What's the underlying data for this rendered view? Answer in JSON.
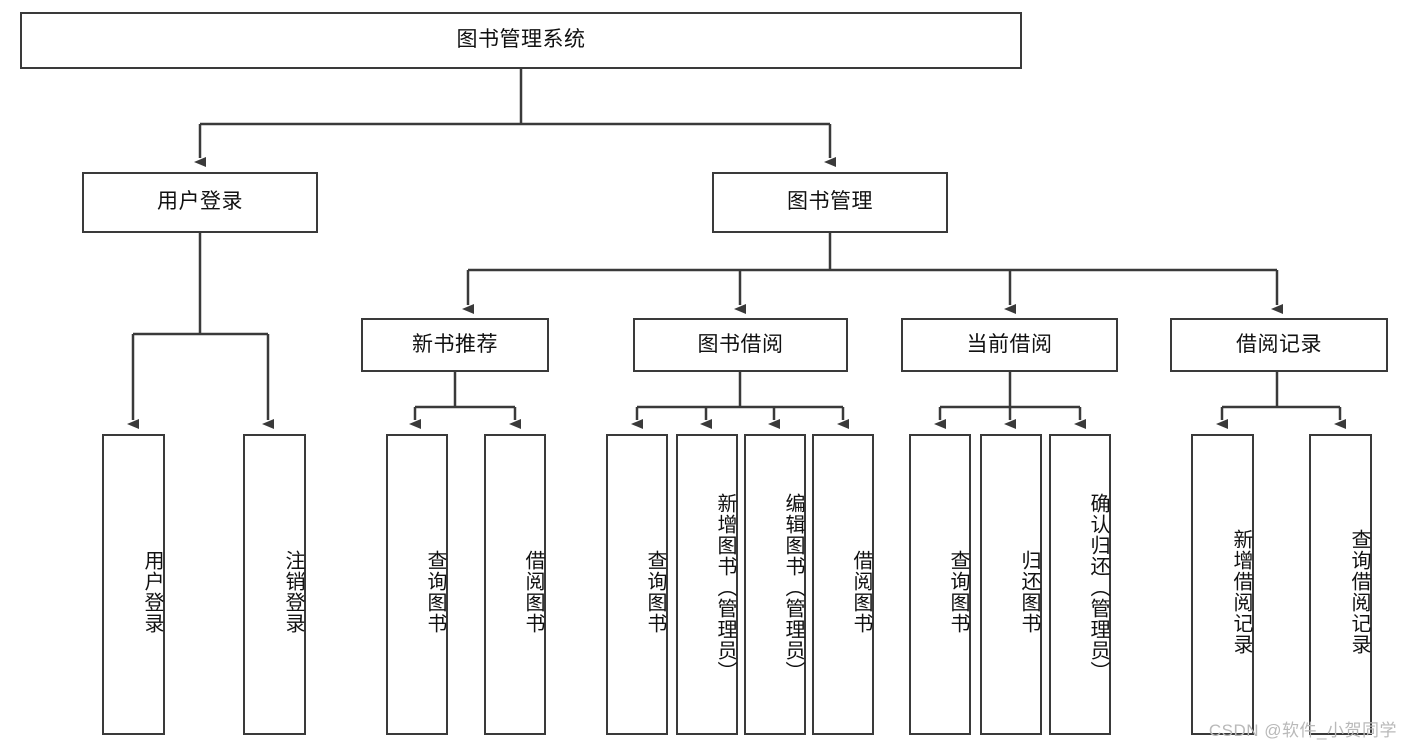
{
  "diagram": {
    "title": "图书管理系统",
    "stroke_color": "#3a3a3a",
    "text_color": "#111111",
    "background": "#ffffff"
  },
  "root": {
    "label": "图书管理系统"
  },
  "level1": [
    {
      "label": "用户登录"
    },
    {
      "label": "图书管理"
    }
  ],
  "level2": [
    {
      "label": "新书推荐"
    },
    {
      "label": "图书借阅"
    },
    {
      "label": "当前借阅"
    },
    {
      "label": "借阅记录"
    }
  ],
  "leaves": {
    "user_login": [
      {
        "label": "用户登录"
      },
      {
        "label": "注销登录"
      }
    ],
    "new_book": [
      {
        "label": "查询图书"
      },
      {
        "label": "借阅图书"
      }
    ],
    "book_borrow": [
      {
        "label": "查询图书"
      },
      {
        "label": "新增图书（管理员）"
      },
      {
        "label": "编辑图书（管理员）"
      },
      {
        "label": "借阅图书"
      }
    ],
    "current_borrow": [
      {
        "label": "查询图书"
      },
      {
        "label": "归还图书"
      },
      {
        "label": "确认归还（管理员）"
      }
    ],
    "borrow_record": [
      {
        "label": "新增借阅记录"
      },
      {
        "label": "查询借阅记录"
      }
    ]
  },
  "watermark": {
    "text": "CSDN @软件_小贺同学"
  }
}
